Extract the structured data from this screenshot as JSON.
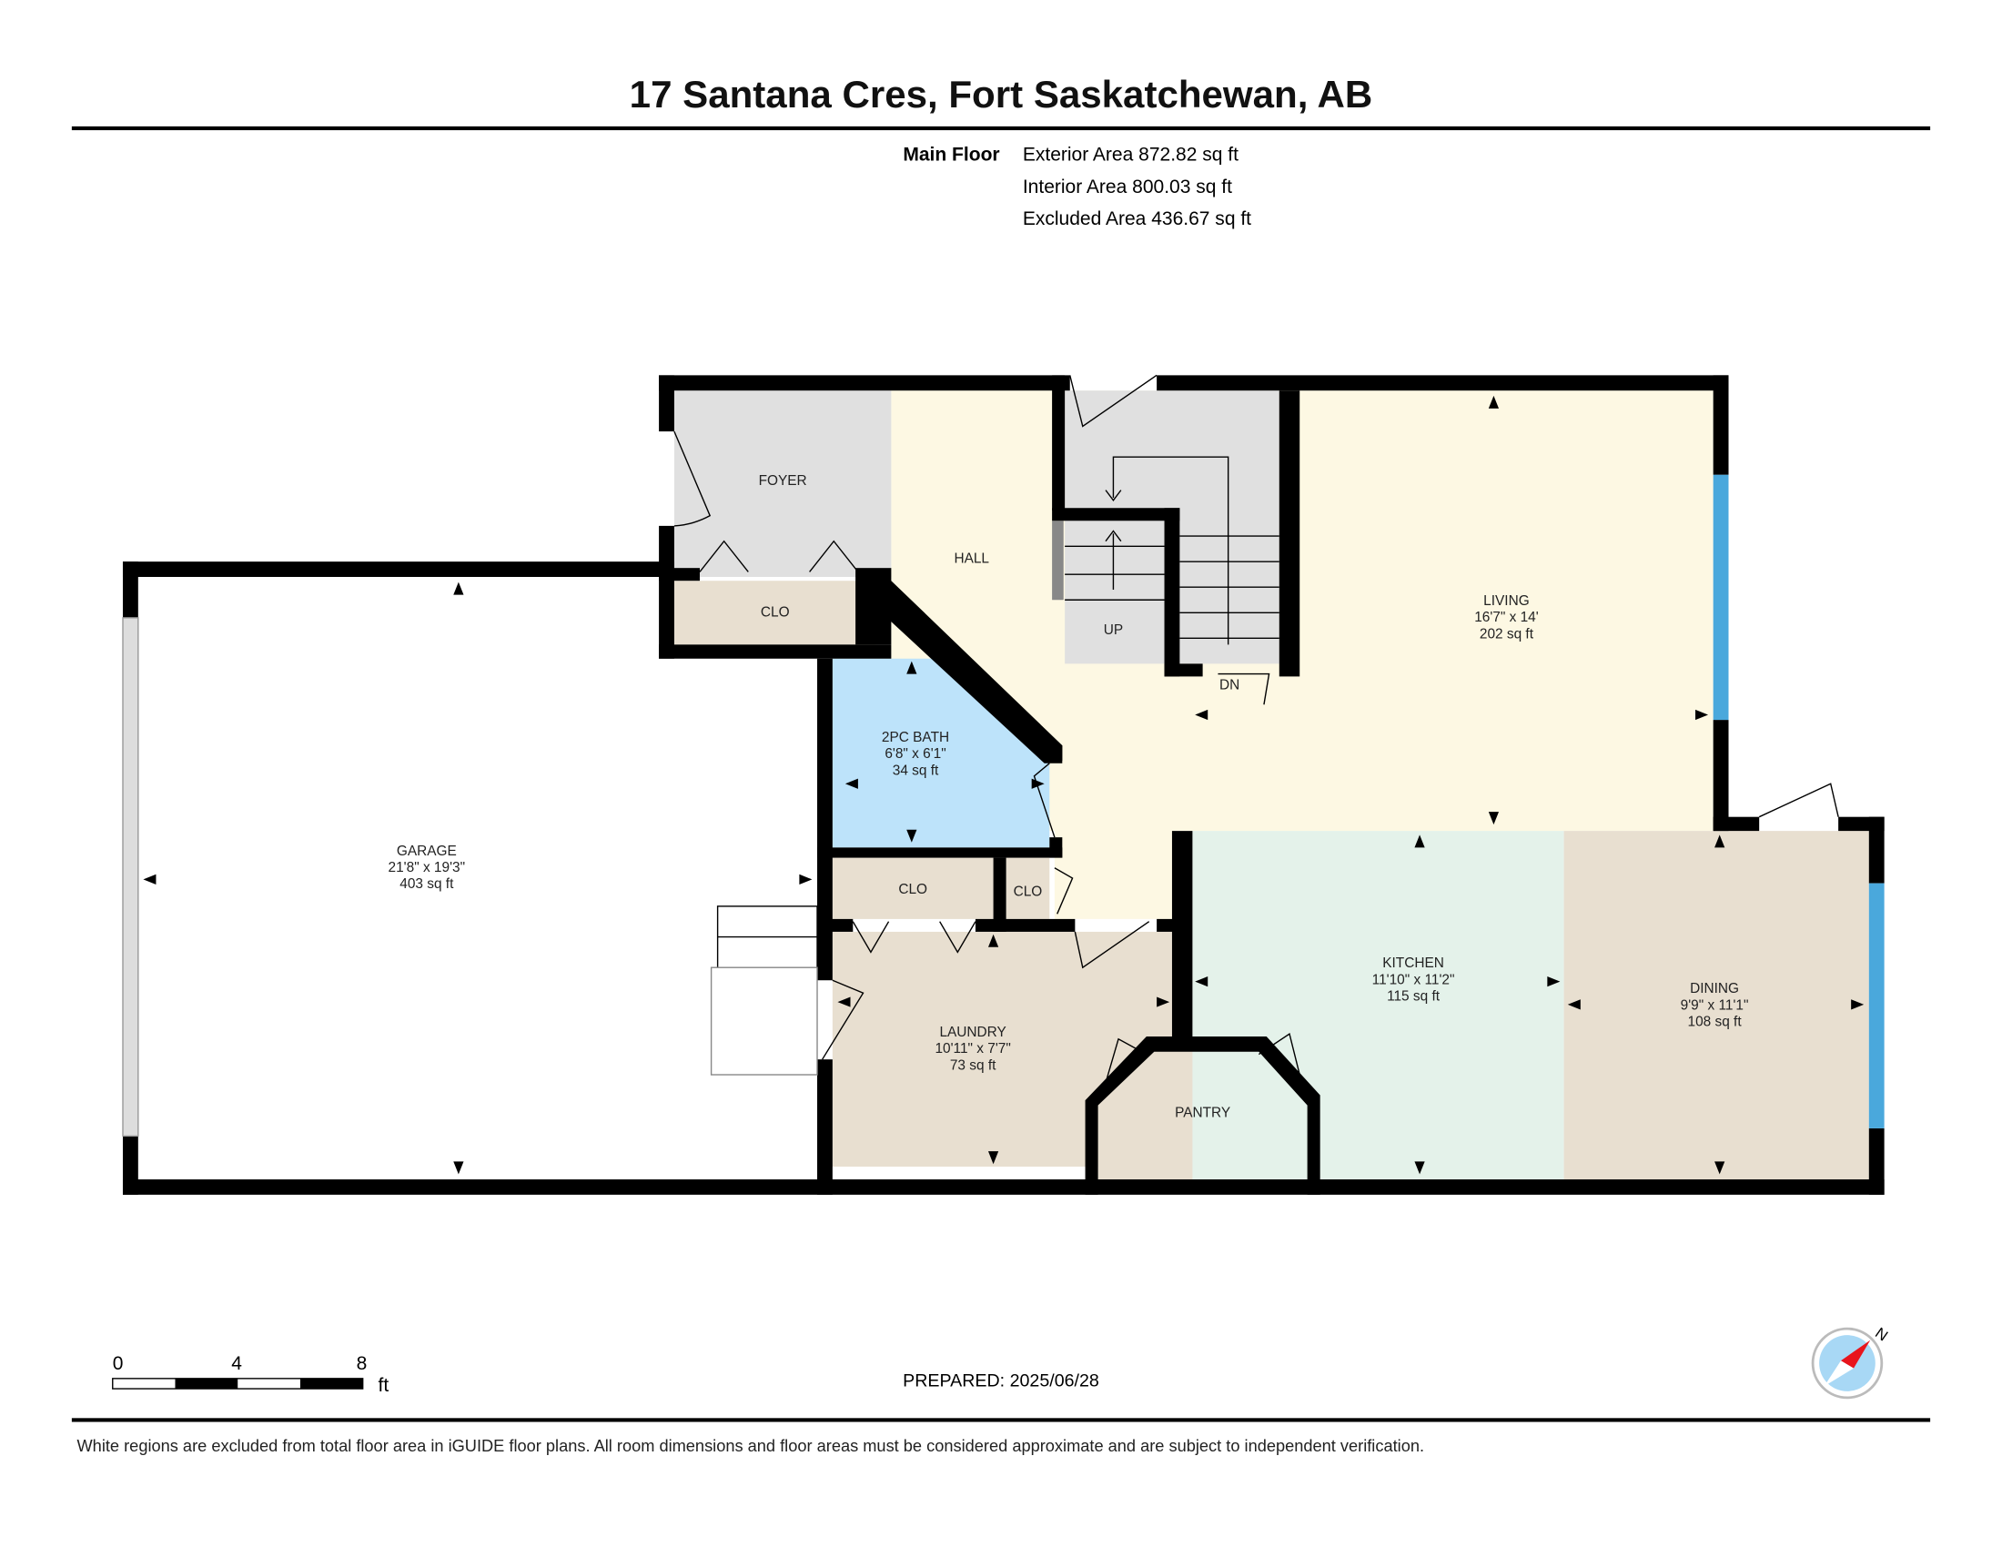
{
  "title": "17 Santana Cres, Fort Saskatchewan, AB",
  "floor": {
    "name": "Main Floor",
    "exterior": "Exterior Area 872.82 sq ft",
    "interior": "Interior Area 800.03 sq ft",
    "excluded": "Excluded Area 436.67 sq ft"
  },
  "rooms": {
    "foyer": {
      "name": "FOYER"
    },
    "clo_foyer": {
      "name": "CLO"
    },
    "hall": {
      "name": "HALL"
    },
    "up": {
      "name": "UP"
    },
    "dn": {
      "name": "DN"
    },
    "living": {
      "name": "LIVING",
      "dims": "16'7\" x 14'",
      "area": "202 sq ft"
    },
    "bath": {
      "name": "2PC BATH",
      "dims": "6'8\" x 6'1\"",
      "area": "34 sq ft"
    },
    "garage": {
      "name": "GARAGE",
      "dims": "21'8\" x 19'3\"",
      "area": "403 sq ft"
    },
    "clo1": {
      "name": "CLO"
    },
    "clo2": {
      "name": "CLO"
    },
    "laundry": {
      "name": "LAUNDRY",
      "dims": "10'11\" x 7'7\"",
      "area": "73 sq ft"
    },
    "pantry": {
      "name": "PANTRY"
    },
    "kitchen": {
      "name": "KITCHEN",
      "dims": "11'10\" x 11'2\"",
      "area": "115 sq ft"
    },
    "dining": {
      "name": "DINING",
      "dims": "9'9\" x 11'1\"",
      "area": "108 sq ft"
    }
  },
  "scale": {
    "ticks": [
      "0",
      "4",
      "8"
    ],
    "unit": "ft"
  },
  "prepared": "PREPARED: 2025/06/28",
  "compass": {
    "label": "N"
  },
  "disclaimer": "White regions are excluded from total floor area in iGUIDE floor plans. All room dimensions and floor areas must be considered approximate and are subject to independent verification.",
  "colors": {
    "foyer": "#e0e0e0",
    "closet": "#e8dfd0",
    "living": "#fdf8e3",
    "bath": "#bde3fa",
    "kitchen": "#e4f2ea",
    "window": "#4aa8dc",
    "compass": "#a8d8f5",
    "needle": "#e8141c"
  }
}
